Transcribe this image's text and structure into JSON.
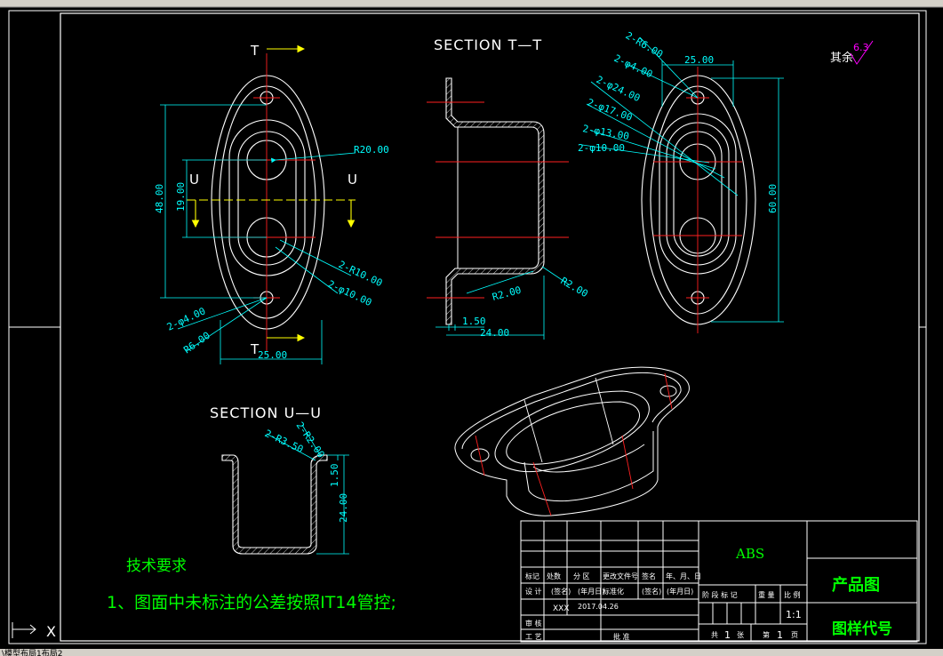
{
  "section_tt": {
    "title": "SECTION T—T",
    "cut_letter": "T",
    "dims": {
      "thick": "1.50",
      "depth": "24.00",
      "r_outer": "R2.00",
      "r_inner": "R2.00"
    }
  },
  "section_uu": {
    "title": "SECTION U—U",
    "cut_letter": "U",
    "dims": {
      "r_top": "2-R2.00",
      "r_corner": "2-R3.50",
      "thick": "1.50",
      "depth": "24.00"
    }
  },
  "front_view": {
    "dims": {
      "height": "48.00",
      "pitch": "19.00",
      "width": "25.00",
      "r_body": "R20.00",
      "r_boss": "2-R10.00",
      "d_boss": "2-φ10.00",
      "d_hole": "2-φ4.00",
      "r_lug": "R6.00"
    }
  },
  "back_view": {
    "dims": {
      "r_lug": "2-R6.00",
      "d_hole": "2-φ4.00",
      "d24": "2-φ24.00",
      "d17": "2-φ17.00",
      "d13": "2-φ13.00",
      "d10": "2-φ10.00",
      "width": "25.00",
      "height": "60.00"
    }
  },
  "roughness": {
    "label": "其余",
    "value": "6.3"
  },
  "tech_req": {
    "heading": "技术要求",
    "line1": "1、图面中未标注的公差按照IT14管控;"
  },
  "title_block": {
    "material": "ABS",
    "product_name": "产品图",
    "drawing_no": "图样代号",
    "row_headers": [
      "标记",
      "处数",
      "分  区",
      "更改文件号",
      "签名",
      "年、月、日"
    ],
    "design_row": [
      "设  计",
      "(签名)",
      "(年月日)",
      "标准化",
      "(签名)",
      "(年月日)"
    ],
    "designer": "XXX",
    "date": "2017.04.26",
    "stage_headers": [
      "阶  段  标  记",
      "重  量",
      "比  例"
    ],
    "scale": "1:1",
    "review": "审  核",
    "process": "工  艺",
    "approve": "批  准",
    "sheets": {
      "total_label": "共",
      "total": "1",
      "sheet_label": "张",
      "page_label": "第",
      "page": "1",
      "page_suffix": "页"
    }
  },
  "status_bar": {
    "text": "\\模型布局1布局2"
  },
  "ucs": {
    "x_label": "X"
  },
  "colors": {
    "line": "#ffffff",
    "dim": "#00ffff",
    "center": "#ff2020",
    "axis": "#ffff00",
    "text_green": "#00ff00",
    "hatch": "#ffffff",
    "magenta": "#ff00ff"
  }
}
